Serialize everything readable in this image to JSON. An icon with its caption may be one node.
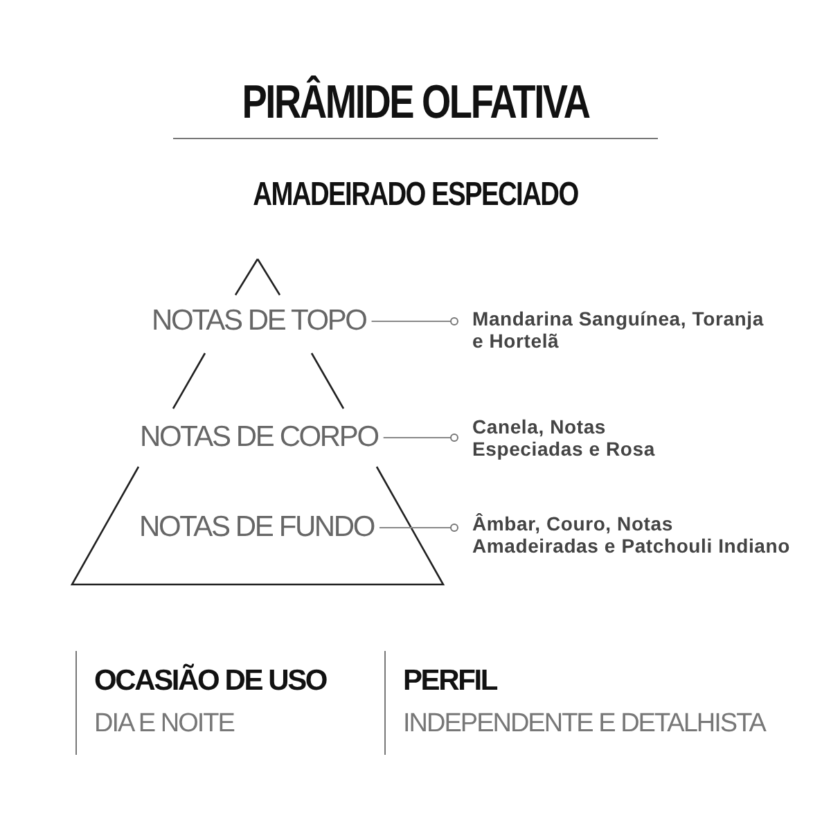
{
  "diagram": {
    "title": "PIRÂMIDE OLFATIVA",
    "nodes": [
      {
        "text": [
          "NOTAS DE TOPO"
        ]
      },
      {
        "text": [
          "Mandarina Sanguínea, Toranja e Hortelã"
        ]
      },
      {
        "text": [
          "NOTAS DE CORPO"
        ]
      },
      {
        "text": [
          "Canela, Notas Especiadas e Rosa"
        ]
      },
      {
        "text": [
          "NOTAS DE FUNDO"
        ]
      },
      {
        "text": [
          "Âmbar, Couro, Notas Amadeiradas e Patchouli Indiano"
        ]
      }
    ],
    "edges": [
      {
        "from": 0,
        "to": 1,
        "arrow": "other"
      },
      {
        "from": 2,
        "to": 3,
        "arrow": "other"
      },
      {
        "from": 4,
        "to": 5,
        "arrow": "other"
      }
    ],
    "labels": [
      "AMADEIRADO ESPECIADO",
      "OCASIÃO DE USO",
      "DIA E NOITE",
      "PERFIL",
      "INDEPENDENTE E DETALHISTA"
    ]
  }
}
